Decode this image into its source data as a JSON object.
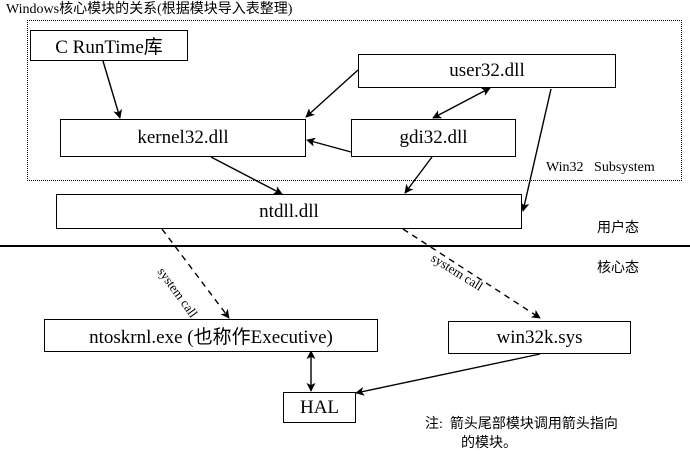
{
  "title": "Windows核心模块的关系(根据模块导入表整理)",
  "subsystem_label": "Win32   Subsystem",
  "user_mode_label": "用户态",
  "kernel_mode_label": "核心态",
  "nodes": {
    "crt": "C RunTime库",
    "user32": "user32.dll",
    "kernel32": "kernel32.dll",
    "gdi32": "gdi32.dll",
    "ntdll": "ntdll.dll",
    "ntoskrnl": "ntoskrnl.exe (也称作Executive)",
    "win32k": "win32k.sys",
    "hal": "HAL"
  },
  "edge_labels": {
    "syscall_left": "system call",
    "syscall_right": "system call"
  },
  "note": {
    "line1": "注:  箭头尾部模块调用箭头指向",
    "line2": "的模块。"
  }
}
